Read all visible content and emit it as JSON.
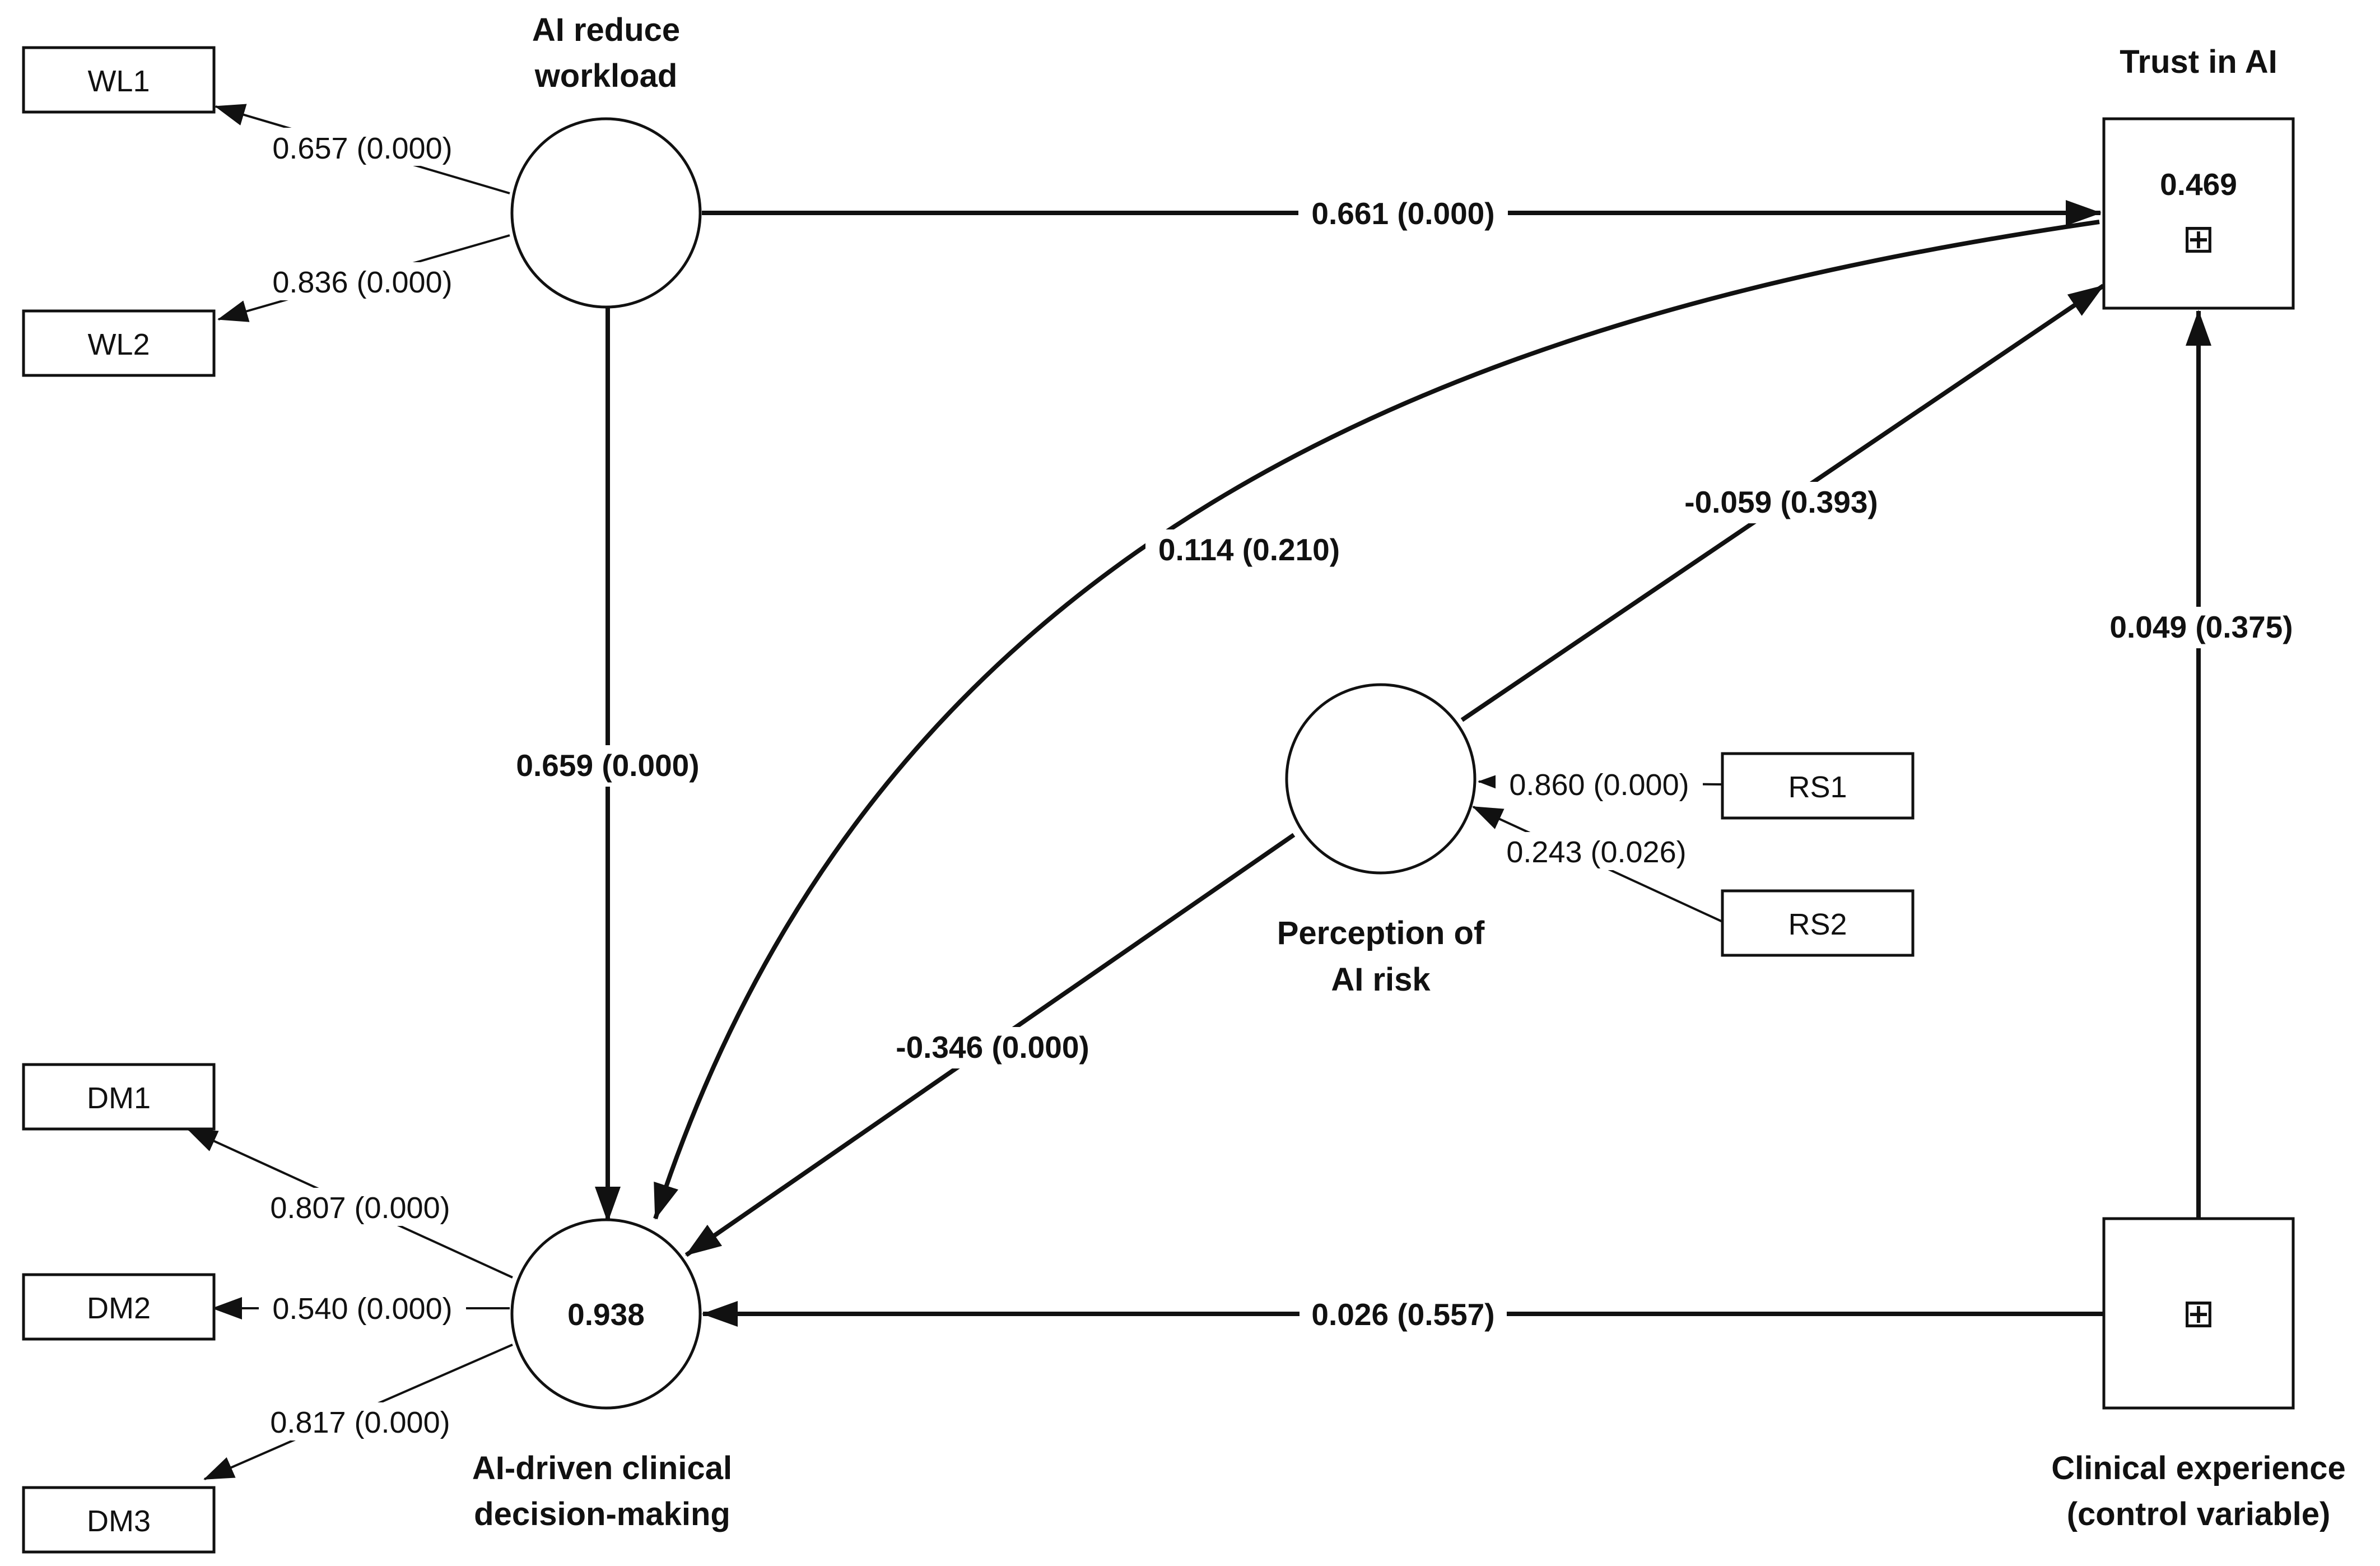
{
  "constructs": {
    "workload": {
      "name_line1": "AI reduce",
      "name_line2": "workload"
    },
    "decision": {
      "name_line1": "AI-driven clinical",
      "name_line2": "decision-making",
      "r2": "0.938"
    },
    "risk": {
      "name_line1": "Perception of",
      "name_line2": "AI risk"
    },
    "trust": {
      "name": "Trust in AI",
      "r2": "0.469",
      "expand_symbol": "⊞"
    },
    "experience": {
      "name_line1": "Clinical experience",
      "name_line2": "(control variable)",
      "expand_symbol": "⊞"
    }
  },
  "indicators": {
    "wl1": "WL1",
    "wl2": "WL2",
    "dm1": "DM1",
    "dm2": "DM2",
    "dm3": "DM3",
    "rs1": "RS1",
    "rs2": "RS2"
  },
  "loadings": {
    "wl1": "0.657 (0.000)",
    "wl2": "0.836 (0.000)",
    "dm1": "0.807 (0.000)",
    "dm2": "0.540 (0.000)",
    "dm3": "0.817 (0.000)",
    "rs1": "0.860 (0.000)",
    "rs2": "0.243 (0.026)"
  },
  "paths": {
    "workload_trust": "0.661 (0.000)",
    "workload_decision": "0.659 (0.000)",
    "trust_decision": "0.114 (0.210)",
    "risk_trust": "-0.059 (0.393)",
    "risk_decision": "-0.346 (0.000)",
    "experience_trust": "0.049 (0.375)",
    "experience_decision": "0.026 (0.557)"
  }
}
